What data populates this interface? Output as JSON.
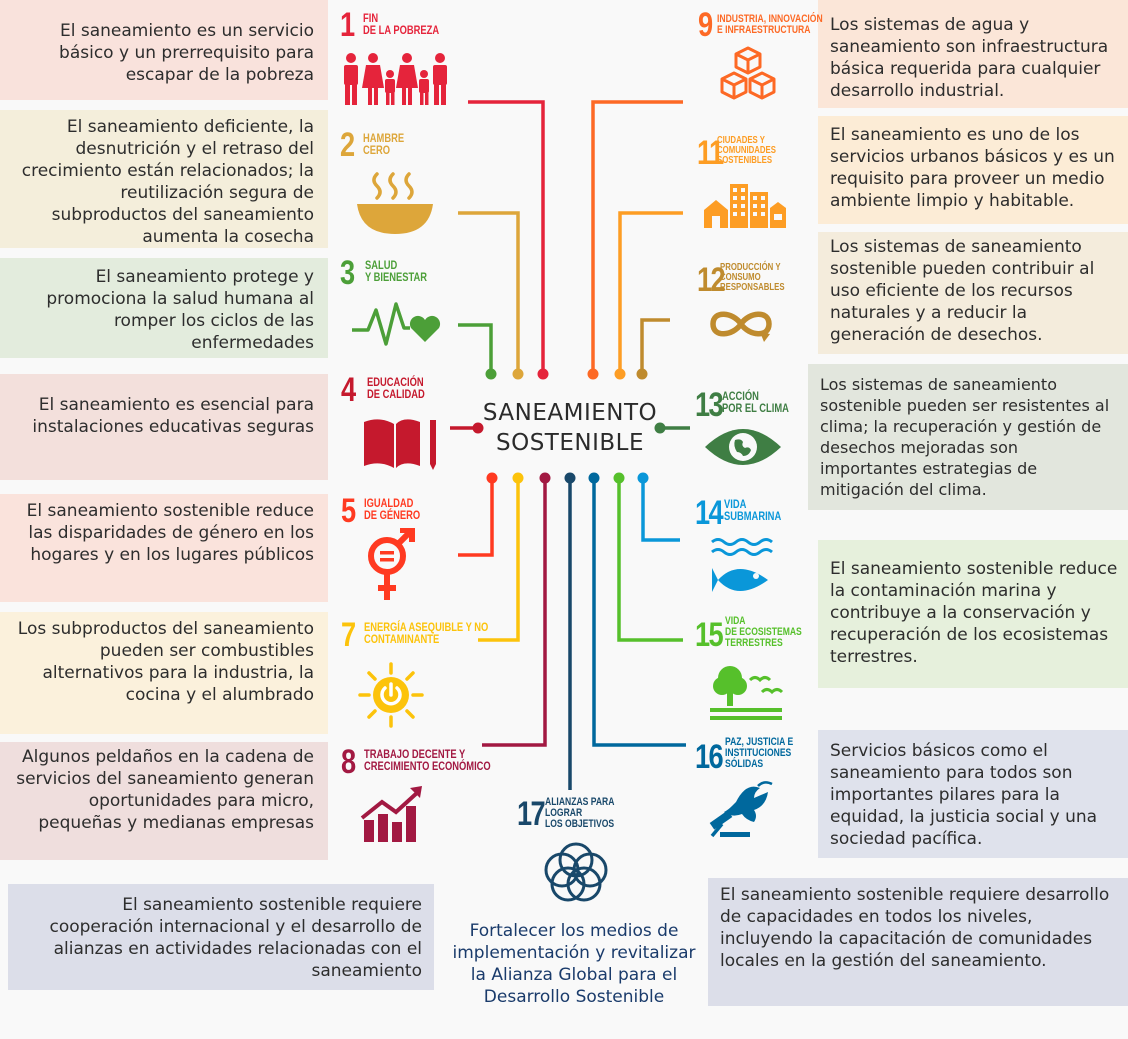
{
  "colors": {
    "g1": "#e5243b",
    "g2": "#dda63a",
    "g3": "#4c9f38",
    "g4": "#c5192d",
    "g5": "#ff3a21",
    "g7": "#fcc30b",
    "g8": "#a21942",
    "g9": "#fd6925",
    "g11": "#fd9d24",
    "g12": "#bf8b2e",
    "g13": "#3f7e44",
    "g14": "#0a97d9",
    "g15": "#56c02b",
    "g16": "#00689d",
    "g17": "#19486a"
  },
  "center": {
    "line1": "SANEAMIENTO",
    "line2": "SOSTENIBLE"
  },
  "goals": {
    "g1": {
      "number": "1",
      "title": [
        "FIN",
        "DE LA POBREZA"
      ],
      "icon": "family-icon",
      "text": "El saneamiento es un servicio básico y un prerrequisito para escapar de la pobreza"
    },
    "g2": {
      "number": "2",
      "title": [
        "HAMBRE",
        "CERO"
      ],
      "icon": "bowl-icon",
      "text": "El saneamiento deficiente, la desnutrición y el retraso del crecimiento están relacionados; la reutilización segura de subproductos del saneamiento aumenta la cosecha"
    },
    "g3": {
      "number": "3",
      "title": [
        "SALUD",
        "Y BIENESTAR"
      ],
      "icon": "heartbeat-icon",
      "text": "El saneamiento protege y promociona la salud humana al romper los ciclos de las enfermedades"
    },
    "g4": {
      "number": "4",
      "title": [
        "EDUCACIÓN",
        "DE CALIDAD"
      ],
      "icon": "book-icon",
      "text": "El saneamiento es esencial para instalaciones educativas seguras"
    },
    "g5": {
      "number": "5",
      "title": [
        "IGUALDAD",
        "DE GÉNERO"
      ],
      "icon": "gender-icon",
      "text": "El saneamiento sostenible reduce las disparidades de género en los hogares y en los lugares públicos"
    },
    "g7": {
      "number": "7",
      "title": [
        "ENERGÍA ASEQUIBLE Y NO",
        "CONTAMINANTE"
      ],
      "icon": "power-sun-icon",
      "text": "Los subproductos del saneamiento pueden ser combustibles alternativos para la industria, la cocina y el alumbrado"
    },
    "g8": {
      "number": "8",
      "title": [
        "TRABAJO DECENTE Y",
        "CRECIMIENTO ECONÓMICO"
      ],
      "icon": "growth-chart-icon",
      "text": "Algunos peldaños en la cadena de servicios del saneamiento generan oportunidades para micro, pequeñas y medianas empresas"
    },
    "g9": {
      "number": "9",
      "title": [
        "INDUSTRIA, INNOVACIÓN",
        "E INFRAESTRUCTURA"
      ],
      "icon": "cubes-icon",
      "text": "Los sistemas de agua y saneamiento son infraestructura básica requerida para cualquier desarrollo industrial."
    },
    "g11": {
      "number": "11",
      "title": [
        "CIUDADES Y",
        "COMUNIDADES",
        "SOSTENIBLES"
      ],
      "icon": "city-icon",
      "text": "El saneamiento es uno de los servicios urbanos básicos y es un requisito para proveer un medio ambiente limpio y habitable."
    },
    "g12": {
      "number": "12",
      "title": [
        "PRODUCCIÓN Y",
        "CONSUMO",
        "RESPONSABLES"
      ],
      "icon": "infinity-icon",
      "text": "Los sistemas de saneamiento sostenible pueden contribuir al uso eficiente de los recursos naturales y a reducir la generación de desechos."
    },
    "g13": {
      "number": "13",
      "title": [
        "ACCIÓN",
        "POR EL CLIMA"
      ],
      "icon": "eye-globe-icon",
      "text": "Los sistemas de saneamiento sostenible pueden ser resistentes al clima; la recuperación y gestión de desechos mejoradas son importantes estrategias de mitigación del clima."
    },
    "g14": {
      "number": "14",
      "title": [
        "VIDA",
        "SUBMARINA"
      ],
      "icon": "fish-icon"
    },
    "g15": {
      "number": "15",
      "title": [
        "VIDA",
        "DE ECOSISTEMAS",
        "TERRESTRES"
      ],
      "icon": "tree-icon"
    },
    "g1415text": "El saneamiento sostenible reduce la contaminación marina y contribuye a la conservación y recuperación de los ecosistemas terrestres.",
    "g16": {
      "number": "16",
      "title": [
        "PAZ, JUSTICIA E",
        "INSTITUCIONES",
        "SÓLIDAS"
      ],
      "icon": "dove-gavel-icon",
      "text": "Servicios básicos como el saneamiento para todos son importantes pilares para la equidad, la justicia social y una sociedad pacífica."
    },
    "g17": {
      "number": "17",
      "title": [
        "ALIANZAS PARA",
        "LOGRAR",
        "LOS OBJETIVOS"
      ],
      "icon": "rings-icon",
      "subtitle": "Fortalecer los medios de implementación y revitalizar la Alianza Global para el Desarrollo Sostenible"
    }
  },
  "bottom": {
    "left": "El saneamiento sostenible requiere cooperación internacional y el desarrollo de alianzas en actividades relacionadas con el saneamiento",
    "right": "El saneamiento sostenible requiere desarrollo de capacidades en todos los niveles, incluyendo la capacitación de comunidades locales en la gestión del saneamiento."
  }
}
